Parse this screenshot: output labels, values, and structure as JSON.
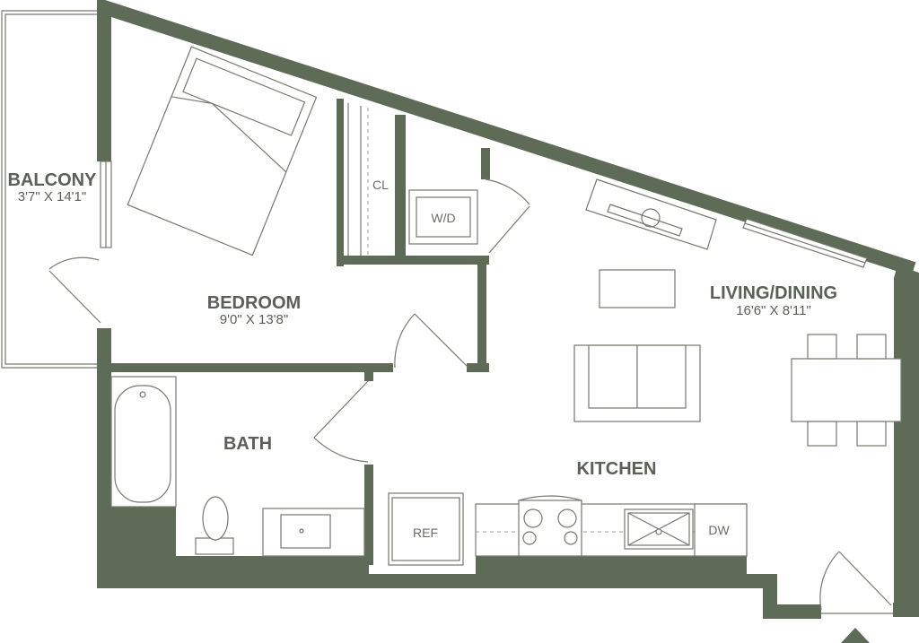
{
  "colors": {
    "wall": "#5e6b57",
    "text": "#5a6056"
  },
  "rooms": {
    "balcony": {
      "name": "BALCONY",
      "dims": "3'7\" X 14'1\""
    },
    "bedroom": {
      "name": "BEDROOM",
      "dims": "9'0\" X 13'8\""
    },
    "living": {
      "name": "LIVING/DINING",
      "dims": "16'6\" X 8'11\""
    },
    "bath": {
      "name": "BATH"
    },
    "kitchen": {
      "name": "KITCHEN"
    }
  },
  "fixtures": {
    "closet": "CL",
    "washer_dryer": "W/D",
    "fridge": "REF",
    "dishwasher": "DW"
  },
  "entry_marker": "entry-arrow"
}
